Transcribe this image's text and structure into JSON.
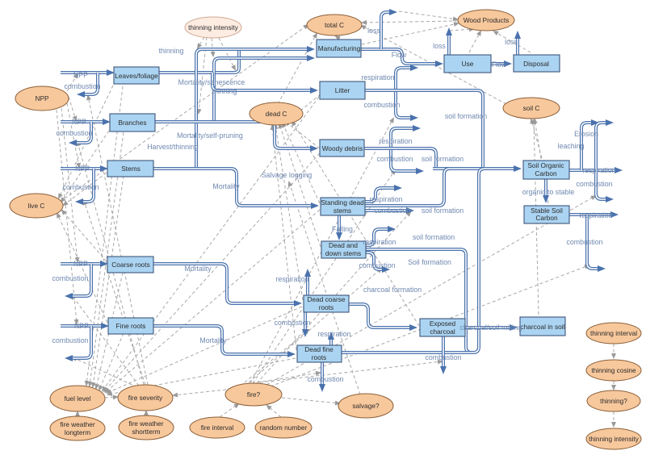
{
  "colors": {
    "stock_fill": "#abd4f2",
    "stock_border": "#3f567a",
    "converter_fill": "#f8c89d",
    "converter_border": "#8a5f38",
    "ghost_fill": "#fdece2",
    "pipe_blue": "#4a72ad",
    "flow_label_blue": "#6f88b0",
    "link_gray": "#a8a8a8"
  },
  "stocks": {
    "leaves_foliage": "Leaves/foliage",
    "branches": "Branches",
    "stems": "Stems",
    "coarse_roots": "Coarse roots",
    "fine_roots": "Fine roots",
    "manufacturing": "Manufacturing",
    "litter": "Litter",
    "woody_debris": "Woody debris",
    "standing_dead_1": "Standing dead",
    "standing_dead_2": "stems",
    "dead_down_1": "Dead and",
    "dead_down_2": "down stems",
    "dead_coarse_1": "Dead coarse",
    "dead_coarse_2": "roots",
    "dead_fine_1": "Dead fine",
    "dead_fine_2": "roots",
    "exposed_1": "Exposed",
    "exposed_2": "charcoal",
    "charcoal_in_soil": "charcoal in soil",
    "use": "Use",
    "disposal": "Disposal",
    "soc_1": "Soil Organic",
    "soc_2": "Carbon",
    "ssc_1": "Stable Soil",
    "ssc_2": "Carbon"
  },
  "converters": {
    "npp": "NPP",
    "live_c": "live C",
    "dead_c": "dead C",
    "total_c": "total C",
    "wood_products": "Wood Products",
    "soil_c": "soil C",
    "thinning_intensity": "thinning intensity",
    "fuel_level": "fuel level",
    "fire_severity": "fire severity",
    "fire_q": "fire?",
    "salvage_q": "salvage?",
    "fire_weather": "fire weather",
    "longterm": "longterm",
    "shortterm": "shortterm",
    "fire_interval": "fire interval",
    "random_number": "random number",
    "thinning_interval": "thinning interval",
    "thinning_cosine": "thinning cosine",
    "thinning_q": "thinning?"
  },
  "flow_labels": {
    "npp": "NPP",
    "combustion": "combustion",
    "respiration": "respiration",
    "soil_formation": "soil formation",
    "soil_formation_cap": "Soil formation",
    "thinning": "thinning",
    "mortality": "Mortality",
    "mortality_senescence": "Mortality/senescence",
    "mortality_self_pruning": "Mortality/self-pruning",
    "harvest_thinning": "Harvest/thinning",
    "salvage_logging": "Salvage logging",
    "falling": "Falling",
    "loss": "loss",
    "flow": "Flow",
    "charcoal_formation": "charcoal formation",
    "charcoal_soil_mixing": "charcoal/soil mixing",
    "erosion": "Erosion",
    "leaching": "leaching",
    "organic_to_stable": "organic to stable"
  }
}
